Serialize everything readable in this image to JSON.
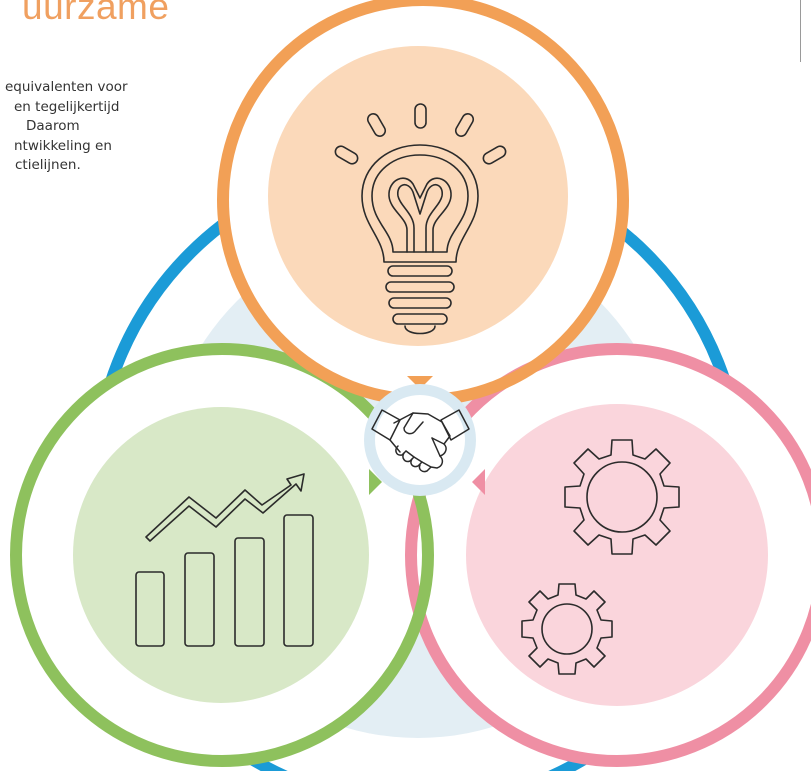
{
  "heading": {
    "fragment": "uurzame"
  },
  "intro_lines": [
    "equivalenten voor",
    "en tegelijkertijd",
    "Daarom",
    "ntwikkeling en",
    "ctielijnen."
  ],
  "colors": {
    "heading": "#f0a060",
    "outer_ring": "#1b9bd7",
    "center_disc": "#e3eef4",
    "innovation_ring": "#f2a056",
    "innovation_fill": "#fbd9ba",
    "growth_ring": "#8ec15d",
    "growth_fill": "#d8e8c7",
    "process_ring": "#ef8fa4",
    "process_fill": "#fad5dc",
    "hub_ring": "#d9e9f2",
    "icon_stroke": "#2b2b2b"
  },
  "diagram": {
    "circles": [
      {
        "id": "innovation",
        "icon": "lightbulb-icon"
      },
      {
        "id": "growth",
        "icon": "growth-chart-icon"
      },
      {
        "id": "process",
        "icon": "gears-icon"
      }
    ],
    "hub": {
      "icon": "handshake-icon"
    }
  }
}
